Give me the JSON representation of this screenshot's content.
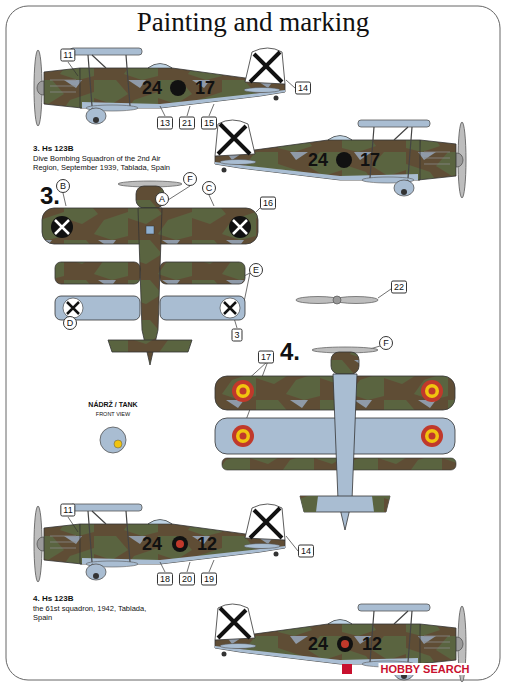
{
  "diagram": {
    "title": "Painting and marking",
    "labels": [
      "11",
      "24",
      "17",
      "14",
      "13",
      "21",
      "15",
      "3. Hs 123B",
      "Dive Bombing Squadron of the 2nd Air Region, September 1939, Tablada, Spain",
      "24",
      "17",
      "3.",
      "B",
      "F",
      "A",
      "C",
      "16",
      "E",
      "D",
      "3",
      "22",
      "4.",
      "F",
      "17",
      "NÁDRŽ / TANK",
      "FRONT VIEW",
      "11",
      "24",
      "12",
      "14",
      "18",
      "20",
      "19",
      "4. Hs 123B",
      "the 61st squadron, 1942, Tablada, Spain",
      "24",
      "12",
      "HOBBY SEARCH"
    ]
  }
}
